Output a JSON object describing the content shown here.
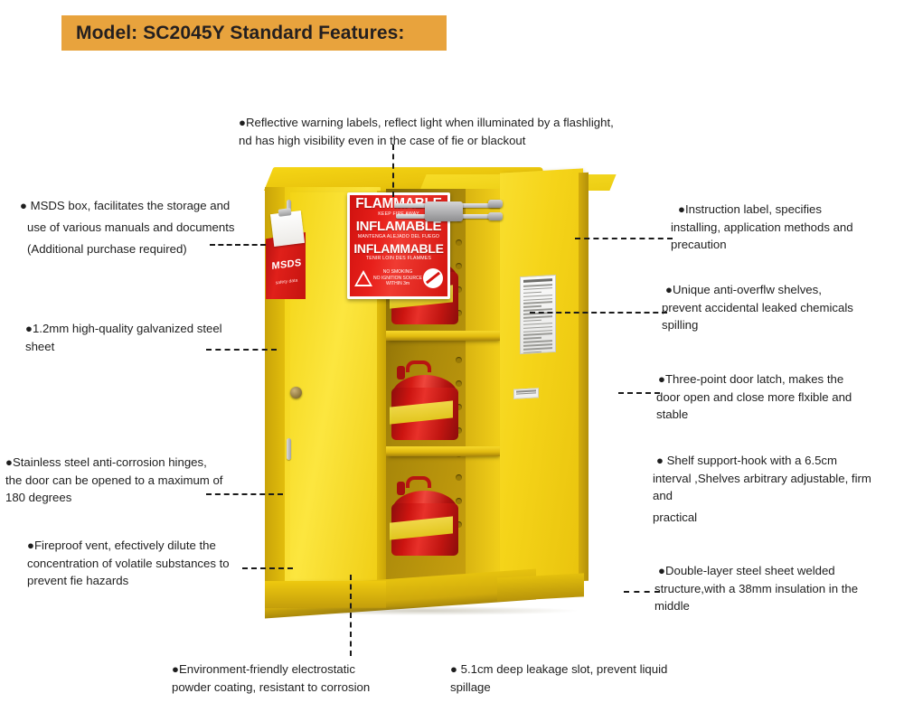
{
  "banner": {
    "title": "Model: SC2045Y Standard Features:",
    "background_color": "#E8A33D",
    "text_color": "#231F20"
  },
  "product": {
    "name": "SC2045Y flammable liquid safety storage cabinet",
    "body_color": "#F2D316",
    "accent_color": "#D9140F",
    "warning_label": {
      "line1_headline": "FLAMMABLE",
      "line1_sub": "KEEP FIRE AWAY",
      "line2_headline": "INFLAMABLE",
      "line2_sub": "MANTENGA ALEJADO DEL FUEGO",
      "line3_headline": "INFLAMMABLE",
      "line3_sub": "TENIR LOIN DES FLAMMES",
      "footer_line1": "NO SMOKING",
      "footer_line2": "NO IGNITION SOURCE",
      "footer_line3": "WITHIN 3m"
    },
    "msds_box": {
      "label": "MSDS",
      "sublabel": "safety data"
    }
  },
  "callouts": [
    {
      "id": "reflective-warning-labels",
      "lines": [
        "●Reflective warning labels, reflect light when illuminated by a flashlight,",
        "nd has high visibility even in the case of fie or blackout"
      ]
    },
    {
      "id": "msds-box",
      "lines": [
        "● MSDS box, facilitates the storage and",
        "use of various manuals and documents",
        "(Additional purchase required)"
      ]
    },
    {
      "id": "galvanized-steel-sheet",
      "lines": [
        "●1.2mm high-quality galvanized steel",
        "sheet"
      ]
    },
    {
      "id": "stainless-steel-hinges",
      "lines": [
        "●Stainless steel anti-corrosion hinges,",
        "the door can be opened to a maximum of",
        "180 degrees"
      ]
    },
    {
      "id": "fireproof-vent",
      "lines": [
        "●Fireproof vent, efectively dilute the",
        "concentration of volatile substances to",
        "prevent fie hazards"
      ]
    },
    {
      "id": "instruction-label",
      "lines": [
        "●Instruction label, specifies",
        "installing, application methods and",
        "precaution"
      ]
    },
    {
      "id": "anti-overflow-shelves",
      "lines": [
        "●Unique anti-overflw shelves,",
        "prevent accidental leaked chemicals",
        "spilling"
      ]
    },
    {
      "id": "three-point-door-latch",
      "lines": [
        "●Three-point door latch, makes the",
        "door open and close more flxible and",
        "stable"
      ]
    },
    {
      "id": "shelf-support-hook",
      "lines": [
        "● Shelf support-hook with a 6.5cm",
        "interval ,Shelves arbitrary adjustable, firm",
        " and",
        "practical"
      ]
    },
    {
      "id": "double-layer-steel-sheet",
      "lines": [
        "●Double-layer steel sheet welded",
        "structure,with a 38mm insulation in the",
        "middle"
      ]
    },
    {
      "id": "electrostatic-powder-coating",
      "lines": [
        "●Environment-friendly electrostatic",
        "powder coating, resistant to corrosion"
      ]
    },
    {
      "id": "leakage-slot",
      "lines": [
        "● 5.1cm deep leakage slot, prevent liquid",
        "spillage"
      ]
    }
  ]
}
